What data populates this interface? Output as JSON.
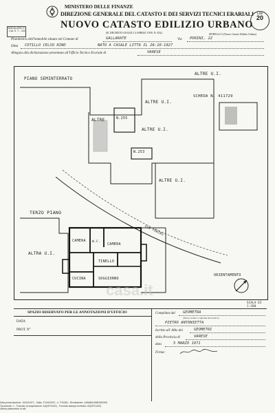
{
  "header": {
    "ministry": "MINISTERO DELLE FINANZE",
    "direzione": "DIREZIONE GENERALE DEL CATASTO E DEI SERVIZI TECNICI ERARIALI",
    "title": "NUOVO CATASTO EDILIZIO URBANO",
    "decree": "(R. DECRETO-LEGGE 13 APRILE 1939, N. 652)",
    "modello": "MODELLO 2 (Nuovo Catasto Edilizio Urbano)",
    "modello_box": "MODULARIO F. - Cat. S. T. - 101",
    "lire_label": "Lire",
    "lire_value": "20"
  },
  "form": {
    "planimetria_label": "Planimetria dell'immobile situato nel Comune di",
    "comune": "GALLARATE",
    "via_label": "Via",
    "via": "PORINI, 22",
    "ditta_label": "Ditta",
    "ditta": "COTILLO CELSO RINO",
    "nato": "NATO A CASALE LITTA   IL 26-10-1927",
    "allegata_label": "Allegata alla dichiarazione presentata all'Ufficio Tecnico Erariale di",
    "ufficio": "VARESE"
  },
  "plan": {
    "piano_semi": "PIANO   SEMINTERRATO",
    "altre_ui": "ALTRE U.I.",
    "altra_ui": "ALTRA U.I.",
    "altre": "ALTRE",
    "scheda": "SCHEDA N. 411729",
    "n255": "N.255",
    "n253": "N.253",
    "terzo_piano": "TERZO   PIANO",
    "via_porini": "VIA PORINI",
    "camera": "CAMERA",
    "wc": "W.C.",
    "tinello": "TINELLO",
    "cucina": "CUCINA",
    "soggiorno": "SOGGIORNO",
    "orientamento": "ORIENTAMENTO",
    "scala": "SCALA DI 1:200"
  },
  "footer": {
    "riservato": "SPAZIO RISERVATO PER LE ANNOTAZIONI D'UFFICIO",
    "data_label": "DATA",
    "prot_label": "PROT. N°",
    "compilata_label": "Compilata dal",
    "compilata": "GEOMETRA",
    "titolo_hint": "(Titolo, nome e cognome del tecnico)",
    "nome": "PIETRO ANTONIETTA",
    "iscritto_label": "Iscritto all' Albo dei",
    "albo": "GEOMETRI",
    "provincia_label": "della Provincia di",
    "provincia": "VARESE",
    "data_firma_label": "data",
    "data_firma": "5 MARZO 1971",
    "firma_label": "Firma:"
  },
  "bottom": {
    "line1": "Data presentazione: 10/03/1971 - Data: 27/09/2023 - n. T32463 - Richiedente: LMNMNL58E09D052I",
    "line2": "Tot.schede: 1 - Formato di acquisizione: A3(297x420) - Formato stampa richiesto: A3(297x420)",
    "line3": "Ultima planimetria in atti"
  },
  "watermark": "casa.it"
}
